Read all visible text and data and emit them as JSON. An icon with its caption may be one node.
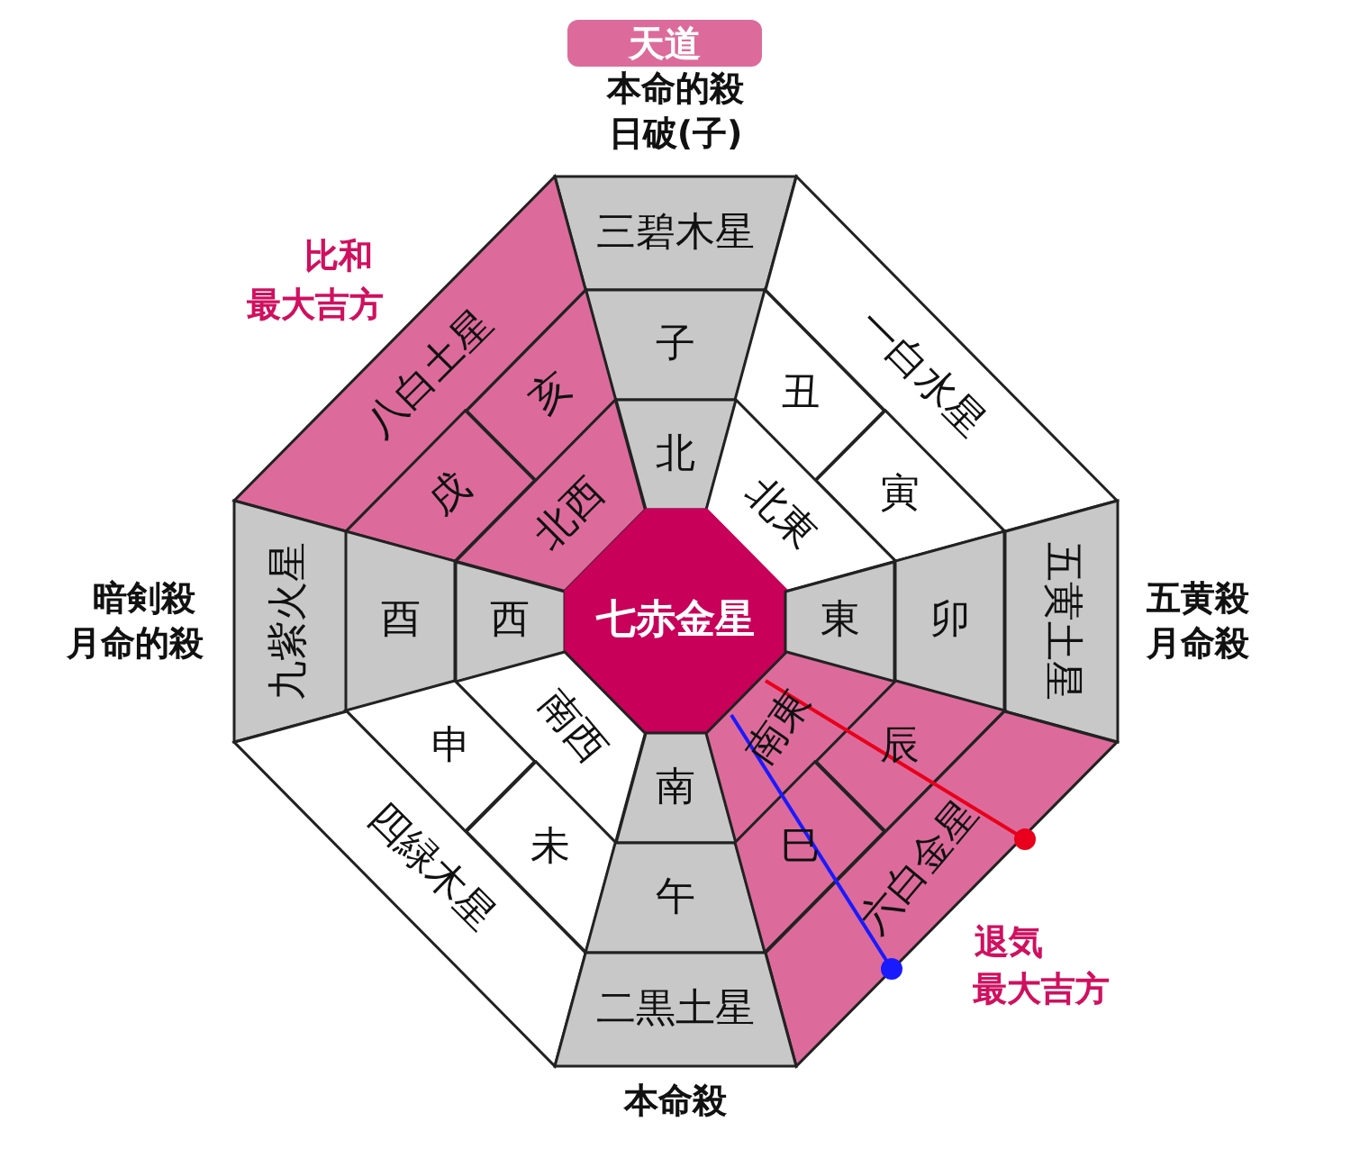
{
  "diagram": {
    "nodes": [
      {
        "text": [
          "天道"
        ]
      },
      {
        "text": [
          "三碧木星"
        ]
      },
      {
        "text": [
          "子"
        ]
      },
      {
        "text": [
          "北"
        ]
      },
      {
        "text": [
          "八白土星"
        ]
      },
      {
        "text": [
          "亥"
        ]
      },
      {
        "text": [
          "戌"
        ]
      },
      {
        "text": [
          "北西"
        ]
      },
      {
        "text": [
          "一白水星"
        ]
      },
      {
        "text": [
          "丑"
        ]
      },
      {
        "text": [
          "寅"
        ]
      },
      {
        "text": [
          "北東"
        ]
      },
      {
        "text": [
          "九紫火星"
        ]
      },
      {
        "text": [
          "酉"
        ]
      },
      {
        "text": [
          "西"
        ]
      },
      {
        "text": [
          "七赤金星"
        ]
      },
      {
        "text": [
          "東"
        ]
      },
      {
        "text": [
          "卯"
        ]
      },
      {
        "text": [
          "五黄土星"
        ]
      },
      {
        "text": [
          "南西"
        ]
      },
      {
        "text": [
          "申"
        ]
      },
      {
        "text": [
          "未"
        ]
      },
      {
        "text": [
          "四緑木星"
        ]
      },
      {
        "text": [
          "南"
        ]
      },
      {
        "text": [
          "午"
        ]
      },
      {
        "text": [
          "南東"
        ]
      },
      {
        "text": [
          "辰"
        ]
      },
      {
        "text": [
          "巳"
        ]
      },
      {
        "text": [
          "六白金星"
        ]
      },
      {
        "text": [
          "二黒土星"
        ]
      }
    ],
    "labels": [
      "本命的殺",
      "日破(子)",
      "比和",
      "最大吉方",
      "暗剣殺",
      "月命的殺",
      "五黄殺",
      "月命殺",
      "退気",
      "最大吉方",
      "本命殺"
    ]
  }
}
